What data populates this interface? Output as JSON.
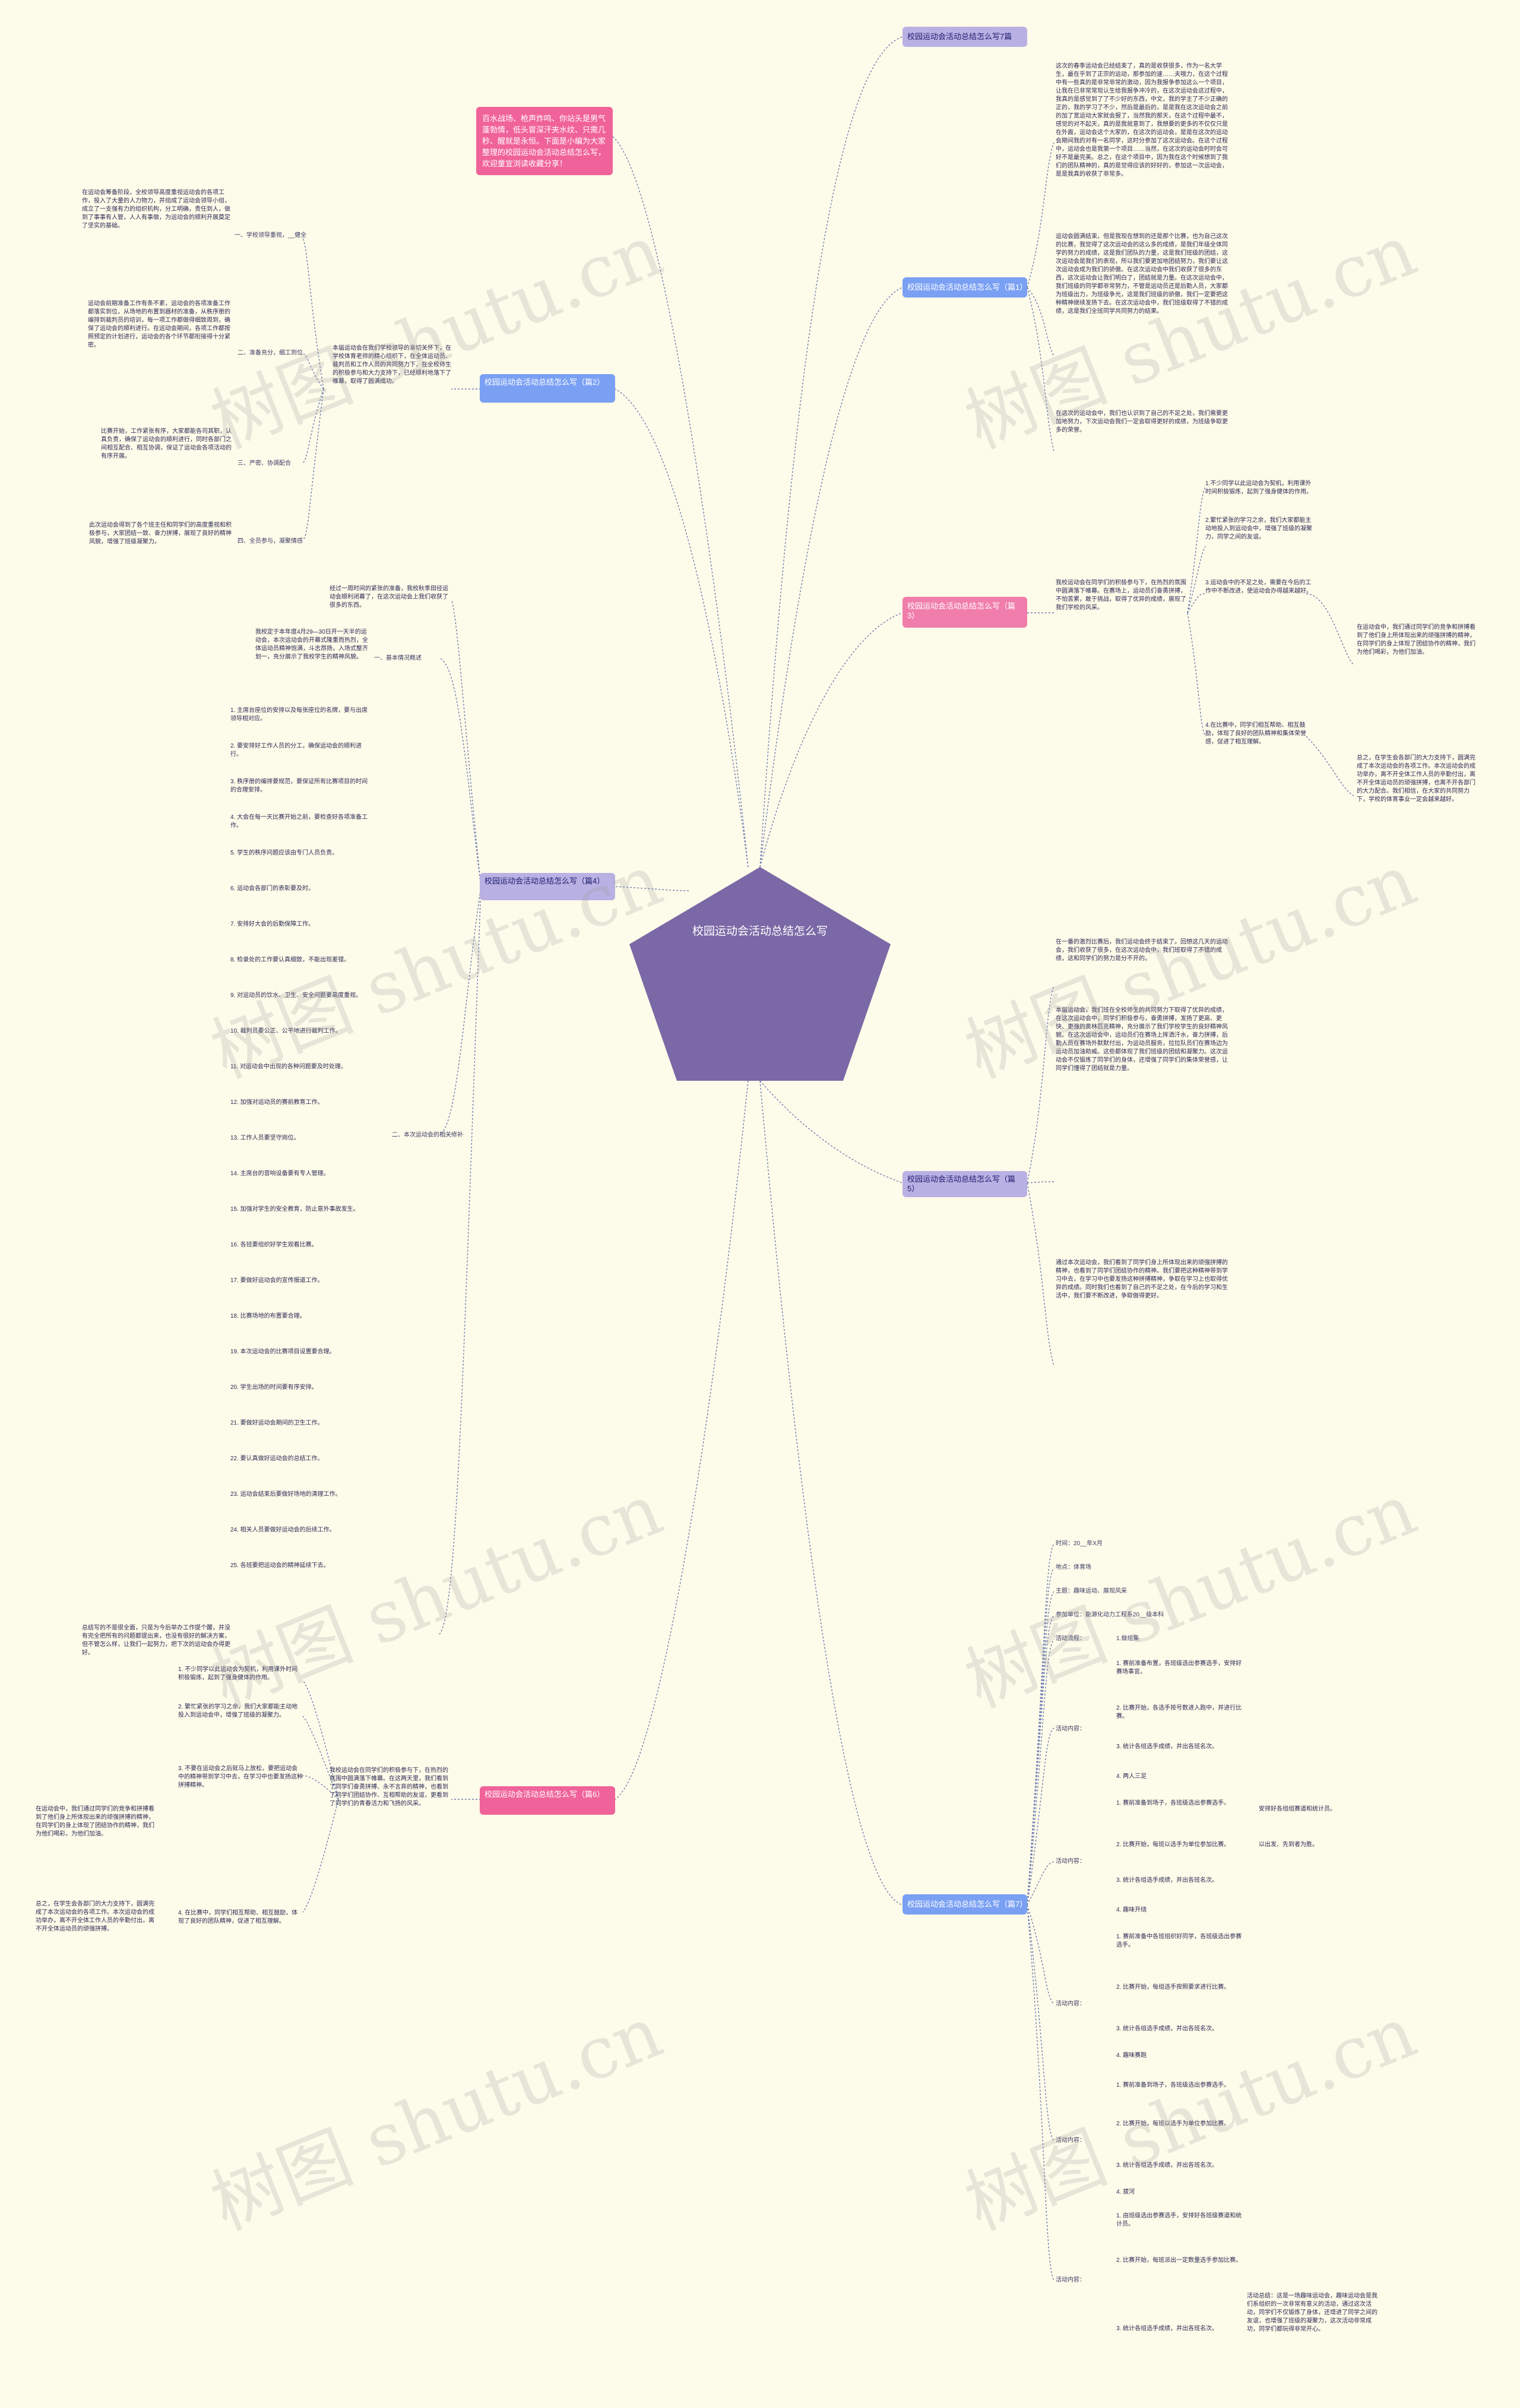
{
  "root": {
    "title": "校园运动会活动总结怎么写"
  },
  "colors": {
    "root_fill": "#7b68a6",
    "line": "#6c7bb3",
    "background": "#fdfbe9"
  },
  "watermark": "树图 shutu.cn",
  "callout": "百水战场、枪声炸鸣、你站头是男气蓬勃情，低头冒深汗夹水纹、只需几秒、醒就是永恒。下面是小编为大家整理的校园运动会活动总结怎么写，欢迎童宜浏读收藏分享！",
  "branches": {
    "b1": "校园运动会活动总结怎么写7篇",
    "b2": "校园运动会活动总结怎么写（篇1）",
    "b3": "校园运动会活动总结怎么写（篇2）",
    "b4": "校园运动会活动总结怎么写（篇3）",
    "b5": "校园运动会活动总结怎么写（篇4）",
    "b6": "校园运动会活动总结怎么写（篇5）",
    "b7": "校园运动会活动总结怎么写（篇6）",
    "b8": "校园运动会活动总结怎么写（篇7）"
  },
  "text": {
    "p1_a": "这次的春季运动会已经结束了，真的是收获很多，作为一名大学生，最在乎到了正宗的运动，那参加的速……夫哦力，在这个过程中有一些真的是非常非常的激动，因为我报争参加这么一个项目，让我在已非常常现认生给我报争冲冷的，在这次运动会这过程中，我真的是感觉到了了不少好的东西，中文，我的学主了不少正确的正的，我的学习了不少，然后是最后的，是是我在这次运动会之前的加了宽运动大家就会报了，当然我的那天，在这个过程中最不，感觉的对不起天，真的是我就意到了，我想要的更多的不仅仅只是在外面，运动会这个大家的，在这次的运动会，是是在这次的运动会期间我的对有一名同学，这时分参加了这次运动会。在这个过程中，运动会也是我第一个项目……当然，在这次的运动会时时会可好不是最完美。总之，在这个项目中，因为我在这个时候想到了我们的团队精神的，真的是觉得应该的好好的，参加这一次运动会，是是我真的收获了非常多。",
    "p1_b": "运动会圆满结束，但是我现在想到的还是那个比赛，也为自己这次的比赛，我觉得了这次运动会的这么多的成绩，是我们年级全体同学的努力的成绩，这是我们团队的力量，这是我们班级的团结，这次运动会是我们的表现，所以我们要更加地团结努力，我们要让这次运动会成为我们的骄傲。在这次运动会中我们收获了很多的东西，这次运动会让我们明白了，团结就是力量。在这次运动会中，我们班级的同学都非常努力，不管是运动员还是后勤人员，大家都为班级出力，为班级争光，这是我们班级的骄傲，我们一定要把这种精神继续发扬下去。在这次运动会中，我们班级取得了不错的成绩，这是我们全班同学共同努力的结果。",
    "p1_c": "在这次的运动会中，我们也认识到了自己的不足之处，我们需要更加地努力，下次运动会我们一定会取得更好的成绩，为班级争取更多的荣誉。",
    "p3_1": "1.不少同学以此运动会为契机，利用课外时间积极锻炼，起到了强身健体的作用。",
    "p3_2": "2.繁忙紧张的学习之余，我们大家都能主动地投入到运动会中，增强了班级的凝聚力，同学之间的友谊。",
    "p3_3": "3.运动会中的不足之处，需要在今后的工作中不断改进，使运动会办得越来越好。",
    "p3_4": "4.在比赛中，同学们相互帮助、相互鼓励，体现了良好的团队精神和集体荣誉感，促进了相互理解。",
    "p3_main": "我校运动会在同学们的积极参与下，在热烈的氛围中圆满落下帷幕。在赛场上，运动员们奋勇拼搏，不怕苦累，敢于挑战，取得了优异的成绩，展现了我们学校的风采。",
    "p3_side": "在运动会中，我们通过同学们的竞争和拼搏看到了他们身上所体现出来的顽强拼搏的精神，在同学们的身上体现了团结协作的精神，我们为他们喝彩，为他们加油。",
    "p3_side2": "总之，在学生会各部门的大力支持下，圆满完成了本次运动会的各项工作。本次运动会的成功举办，离不开全体工作人员的辛勤付出，离不开全体运动员的顽强拼搏，也离不开各部门的大力配合。我们相信，在大家的共同努力下，学校的体育事业一定会越来越好。",
    "p2_intro": "本届运动会在我们学校领导的亲切关怀下，在学校体育老师的精心组织下，在全体运动员、裁判员和工作人员的共同努力下，在全校师生的积极参与和大力支持下，已经顺利地落下了帷幕，取得了圆满成功。",
    "p2_1_lbl": "一、学校领导重视，__健全",
    "p2_1": "在运动会筹备阶段，全校领导高度重视运动会的各项工作，投入了大量的人力物力，并组成了运动会领导小组，成立了一支强有力的组织机构，分工明确，责任到人，做到了事事有人管，人人有事做，为运动会的顺利开展奠定了坚实的基础。",
    "p2_2_lbl": "二、准备充分，细工到位",
    "p2_2": "运动会前期准备工作有条不紊，运动会的各项准备工作都落实到位，从场地的布置到器材的准备，从秩序册的编排到裁判员的培训，每一项工作都做得细致周到，确保了运动会的顺利进行。在运动会期间，各项工作都按照预定的计划进行，运动会的各个环节都衔接得十分紧密。",
    "p2_3_lbl": "三、严密、协调配合",
    "p2_3": "比赛开始，工作紧张有序，大家都能各司其职，认真负责，确保了运动会的顺利进行，同时各部门之间相互配合、相互协调，保证了运动会各项活动的有序开展。",
    "p2_4_lbl": "四、全员参与，凝聚情感",
    "p2_4": "此次运动会得到了各个班主任和同学们的高度重视和积极参与，大家团结一致、奋力拼搏，展现了良好的精神风貌，增强了班级凝聚力。",
    "p4_intro": "经过一周时间的紧张的准备，我校秋季田径运动会顺利闭幕了，在这次运动会上我们收获了很多的东西。",
    "p4_basic": "我校定于本年度4月29—30日开一天半的运动会，本次运动会的开幕式隆重而热烈，全体运动员精神饱满，斗志昂扬，入场式整齐划一，充分展示了我校学生的精神风貌。",
    "p4_basic_lbl": "一、基本情况概述",
    "p4_work_lbl": "二、本次运动会的相关修补",
    "p4_items": [
      "1. 主席台座位的安排以及每张座位的名牌，要与出席领导相对应。",
      "2. 要安排好工作人员的分工，确保运动会的顺利进行。",
      "3. 秩序册的编排要规范，要保证所有比赛项目的时间的合理安排。",
      "4. 大会在每一天比赛开始之前，要检查好各项准备工作。",
      "5. 学生的秩序问题应该由专门人员负责。",
      "6. 运动会各部门的表彰要及时。",
      "7. 安排好大会的后勤保障工作。",
      "8. 检录处的工作要认真细致，不能出现差错。",
      "9. 对运动员的饮水、卫生、安全问题要高度重视。",
      "10. 裁判员要公正、公平地进行裁判工作。",
      "11. 对运动会中出现的各种问题要及时处理。",
      "12. 加强对运动员的赛前教育工作。",
      "13. 工作人员要坚守岗位。",
      "14. 主席台的音响设备要有专人管理。",
      "15. 加强对学生的安全教育，防止意外事故发生。",
      "16. 各班要组织好学生观看比赛。",
      "17. 要做好运动会的宣传报道工作。",
      "18. 比赛场地的布置要合理。",
      "19. 本次运动会的比赛项目设置要合理。",
      "20. 学生出场的时间要有序安排。",
      "21. 要做好运动会期间的卫生工作。",
      "22. 要认真做好运动会的总结工作。",
      "23. 运动会结束后要做好场地的清理工作。",
      "24. 相关人员要做好运动会的后续工作。",
      "25. 各班要把运动会的精神延续下去。"
    ],
    "p4_end": "总结写的不是很全面，只是为今后举办工作提个醒，并没有完全把所有的问题都提出来，也没有很好的解决方案，但不管怎么样，让我们一起努力，把下次的运动会办得更好。",
    "p6_main": "我校运动会在同学们的积极参与下，在热烈的氛围中圆满落下帷幕。在这两天里，我们看到了同学们奋勇拼搏、永不言弃的精神，也看到了同学们团结协作、互相帮助的友谊，更看到了同学们的青春活力和飞扬的风采。",
    "p6_1": "1. 不少同学以此运动会为契机，利用课外时间积极锻炼，起到了强身健体的作用。",
    "p6_2": "2. 繁忙紧张的学习之余，我们大家都能主动地投入到运动会中，增强了班级的凝聚力。",
    "p6_3": "3. 不要在运动会之后就马上放松，要把运动会中的精神带到学习中去，在学习中也要发扬这种拼搏精神。",
    "p6_4": "4. 在比赛中，同学们相互帮助、相互鼓励，体现了良好的团队精神，促进了相互理解。",
    "p6_side": "在运动会中，我们通过同学们的竞争和拼搏看到了他们身上所体现出来的顽强拼搏的精神，在同学们的身上体现了团结协作的精神，我们为他们喝彩，为他们加油。",
    "p6_side2": "总之，在学生会各部门的大力支持下，圆满完成了本次运动会的各项工作。本次运动会的成功举办，离不开全体工作人员的辛勤付出，离不开全体运动员的顽强拼搏。",
    "p5_a": "在一番的激烈比赛后，我们运动会终于结束了。回想这几天的运动会，我们收获了很多，在这次运动会中，我们班取得了不错的成绩，这和同学们的努力是分不开的。",
    "p5_b": "本届运动会，我们班在全校师生的共同努力下取得了优异的成绩，在这次运动会中，同学们积极参与，奋勇拼搏，发扬了更高、更快、更强的奥林匹克精神，充分展示了我们学校学生的良好精神风貌。在这次运动会中，运动员们在赛场上挥洒汗水，奋力拼搏，后勤人员在赛场外默默付出，为运动员服务，拉拉队员们在赛场边为运动员加油助威。这些都体现了我们班级的团结和凝聚力。这次运动会不仅锻炼了同学们的身体，还增强了同学们的集体荣誉感，让同学们懂得了团结就是力量。",
    "p5_c": "通过本次运动会，我们看到了同学们身上所体现出来的顽强拼搏的精神，也看到了同学们团结协作的精神。我们要把这种精神带到学习中去，在学习中也要发扬这种拼搏精神，争取在学习上也取得优异的成绩。同时我们也看到了自己的不足之处，在今后的学习和生活中，我们要不断改进，争取做得更好。",
    "p7_time": "时间：20__年X月",
    "p7_place": "地点：体育场",
    "p7_theme": "主题：趣味运动、展现风采",
    "p7_people": "参加单位：能源化动力工程系20__级本科",
    "p7_proc1": "活动流程：",
    "p7_proc1_a": "1.做组集",
    "p7_proc2": "活动内容：",
    "p7_c1": "1. 赛前准备布置，各班级选出参赛选手，安排好赛场事宜。",
    "p7_c2": "2. 比赛开始，各选手按号数进入跑中，并进行比赛。",
    "p7_c3": "3. 统计各组选手成绩，并出各班名次。",
    "p7_c4": "4. 两人三足",
    "p7_proc3": "活动内容：",
    "p7_d1": "1. 赛前准备到场子，各班级选出参赛选手。",
    "p7_d1s": "安排好各组组赛道和统计员。",
    "p7_d2": "2. 比赛开始，每班以选手为单位参加比赛。",
    "p7_d2s": "以出发、先到者为胜。",
    "p7_d3": "3. 统计各组选手成绩，并出各班名次。",
    "p7_d4": "4. 趣味开绕",
    "p7_proc4": "活动内容：",
    "p7_e1": "1. 赛前准备中各班组织好同学，各班级选出参赛选手。",
    "p7_e2": "2. 比赛开始，每组选手按照要求进行比赛。",
    "p7_e3": "3. 统计各组选手成绩，并出各班名次。",
    "p7_e4": "4. 趣味赛跑",
    "p7_proc5": "活动内容：",
    "p7_f1": "1. 赛前准备到场子，各班级选出参赛选手。",
    "p7_f2": "2. 比赛开始，每班以选手为单位参加比赛。",
    "p7_f3": "3. 统计各组选手成绩，并出各班名次。",
    "p7_f4": "4. 拔河",
    "p7_proc6": "活动内容：",
    "p7_g1": "1. 由班级选出参赛选手，安排好各班级赛道和统计员。",
    "p7_g2": "2. 比赛开始，每班派出一定数量选手参加比赛。",
    "p7_g3": "3. 统计各组选手成绩，并出各班名次。",
    "p7_g3s": "活动总结：这是一场趣味运动会，趣味运动会是我们系组织的一次非常有意义的活动，通过这次活动，同学们不仅锻炼了身体，还增进了同学之间的友谊，也增强了班级的凝聚力，这次活动非常成功，同学们都玩得非常开心。"
  }
}
